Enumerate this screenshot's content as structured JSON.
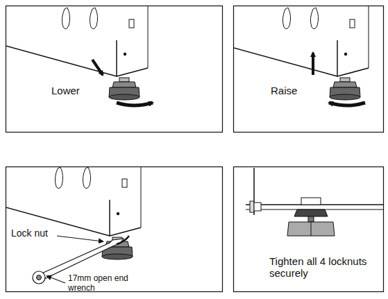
{
  "diagram": {
    "labels": [
      "Lower",
      "Raise",
      "Lock nut",
      "17mm open end wrench",
      "Tighten all 4 locknuts securely"
    ]
  }
}
